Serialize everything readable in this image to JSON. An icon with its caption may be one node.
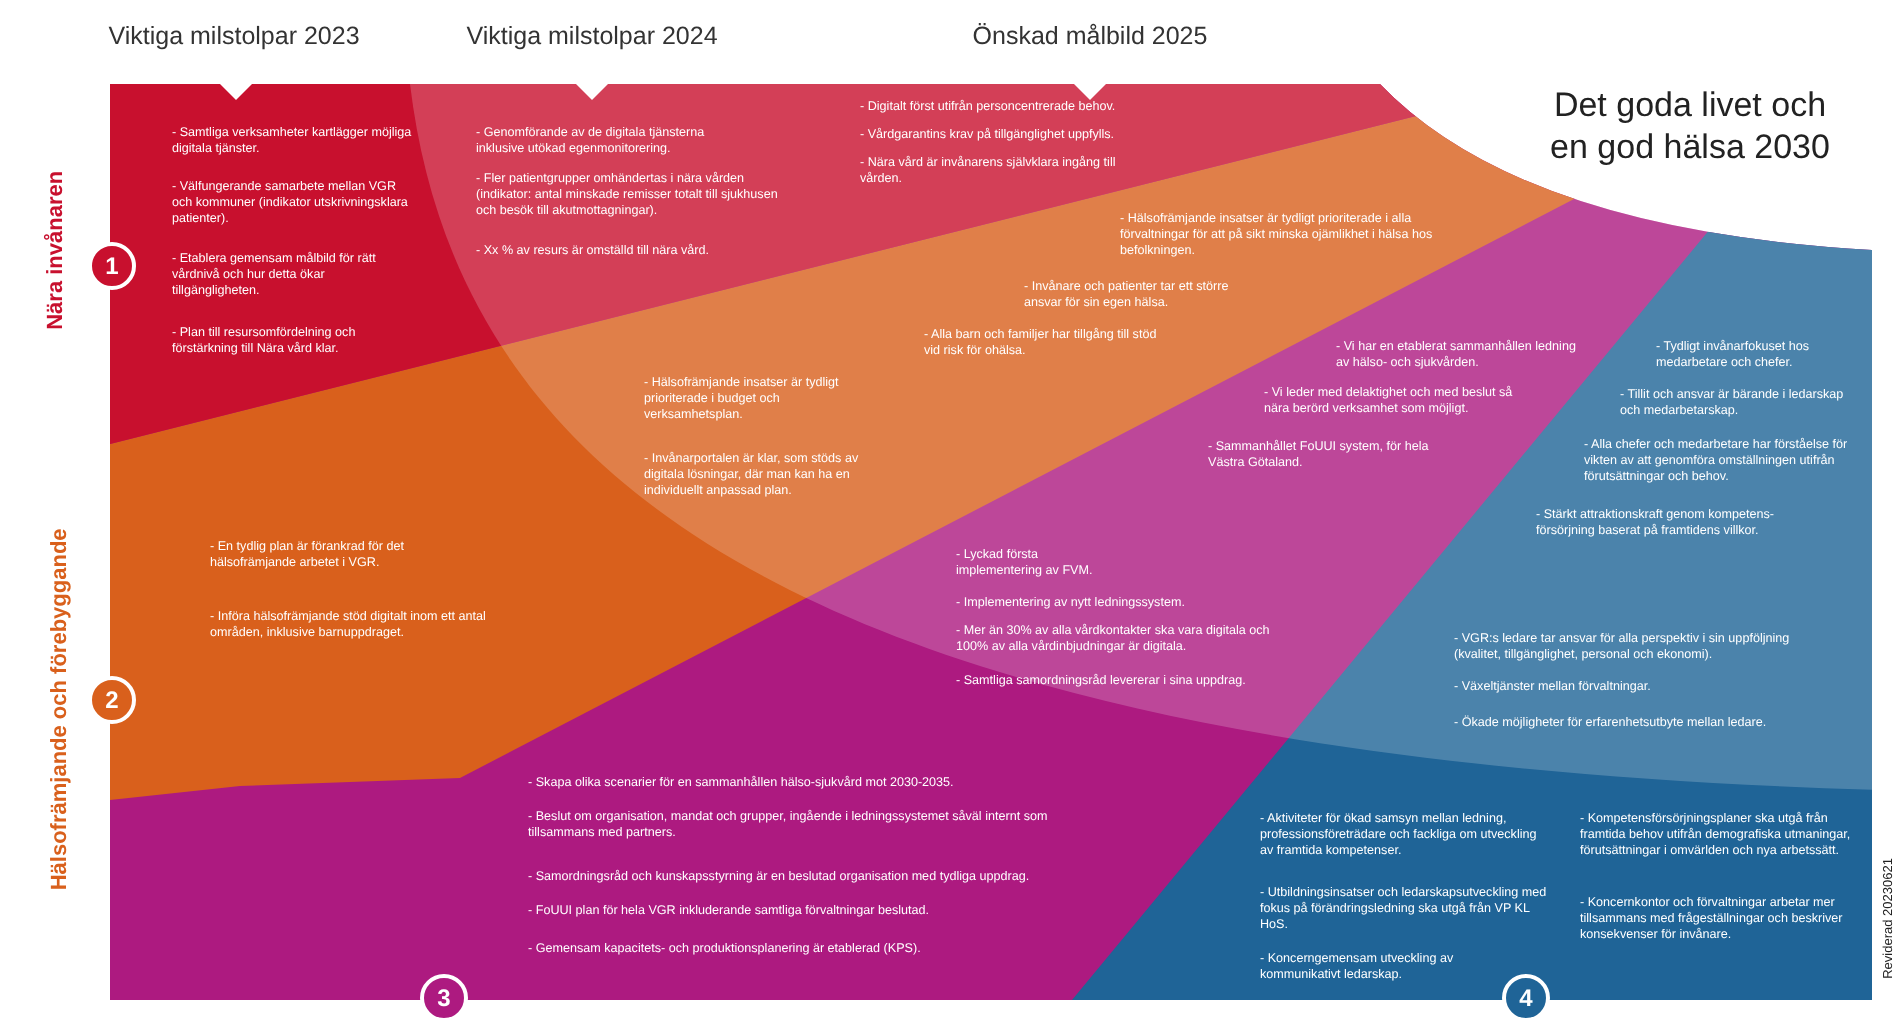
{
  "diagram": {
    "title": "Det goda livet och en god hälsa 2030",
    "nodes": [
      {
        "text": [
          "1"
        ],
        "beside": [
          "Nära invånaren"
        ]
      },
      {
        "text": [
          "2"
        ],
        "beside": [
          "Hälsofrämjande och förebyggande"
        ]
      },
      {
        "text": [
          "3"
        ]
      },
      {
        "text": [
          "4"
        ]
      }
    ],
    "labels": [
      "Viktiga milstolpar 2023",
      "Viktiga milstolpar 2024",
      "Önskad målbild 2025",
      "- Samtliga verksamheter kartlägger möjliga digitala tjänster.",
      "- Välfungerande samarbete mellan VGR och kommuner (indikator utskrivningsklara patienter).",
      "- Etablera gemensam målbild för rätt vårdnivå och hur detta ökar tillgängligheten.",
      "- Plan till resursomfördelning och förstärkning till Nära vård klar.",
      "- Genomförande av de digitala tjänsterna inklusive utökad egenmonitorering.",
      "- Fler patientgrupper omhändertas i nära vården (indikator: antal minskade remisser totalt till sjukhusen och besök till akutmottagningar).",
      "- Xx % av resurs är omställd till nära vård.",
      "- Digitalt först utifrån personcentrerade behov.",
      "- Vårdgarantins krav på tillgänglighet uppfylls.",
      "- Nära vård är invånarens självklara ingång till vården.",
      "- Hälsofrämjande insatser är tydligt prioriterade i alla förvaltningar för att på sikt minska ojämlikhet i hälsa hos befolkningen.",
      "- Invånare och patienter tar ett större ansvar för sin egen hälsa.",
      "- Alla barn och familjer har tillgång till stöd vid risk för ohälsa.",
      "- Hälsofrämjande insatser är tydligt prioriterade i budget och verksamhetsplan.",
      "- Invånarportalen är klar, som stöds av digitala lösningar, där man kan ha en individuellt anpassad plan.",
      "- En tydlig plan är förankrad för det hälsofrämjande arbetet i VGR.",
      "- Införa hälsofrämjande stöd digitalt inom ett antal områden, inklusive barnuppdraget.",
      "- Lyckad första implementering av FVM.",
      "- Implementering av nytt ledningssystem.",
      "- Mer än 30% av alla vårdkontakter ska vara digitala och 100% av alla vårdinbjudningar är digitala.",
      "- Samtliga samordningsråd levererar i sina uppdrag.",
      "- Vi har en etablerat sammanhållen ledning av hälso- och sjukvården.",
      "- Vi leder med delaktighet och med beslut så nära berörd verksamhet som möjligt.",
      "- Sammanhållet FoUUI system, för hela Västra Götaland.",
      "- Tydligt invånarfokuset hos medarbetare och chefer.",
      "- Tillit och ansvar är bärande i ledarskap och medarbetarskap.",
      "- Alla chefer och medarbetare har förståelse för vikten av att genomföra omställningen utifrån förutsättningar och behov.",
      "- Stärkt attraktionskraft genom kompetens-försörjning baserat på framtidens villkor.",
      "- VGR:s ledare tar ansvar för alla perspektiv i sin uppföljning (kvalitet, tillgänglighet, personal och ekonomi).",
      "- Växeltjänster mellan förvaltningar.",
      "- Ökade möjligheter för erfarenhetsutbyte mellan ledare.",
      "- Skapa olika scenarier för en sammanhållen hälso-sjukvård mot 2030-2035.",
      "- Beslut om organisation, mandat och grupper, ingående i ledningssystemet såväl internt som tillsammans med partners.",
      "- Samordningsråd och kunskapsstyrning är en beslutad organisation med tydliga uppdrag.",
      "- FoUUI plan för hela VGR inkluderande samtliga förvaltningar beslutad.",
      "- Gemensam kapacitets- och produktionsplanering är etablerad (KPS).",
      "- Aktiviteter för ökad samsyn mellan ledning, professionsföreträdare och fackliga om utveckling av framtida kompetenser.",
      "- Utbildningsinsatser och ledarskapsutveckling med fokus på förändringsledning ska utgå från VP KL HoS.",
      "- Koncerngemensam utveckling av kommunikativt ledarskap.",
      "- Kompetensförsörjningsplaner ska utgå från framtida behov utifrån demografiska utmaningar, förutsättningar i omvärlden och nya arbetssätt.",
      "- Koncernkontor och förvaltningar arbetar mer tillsammans med frågeställningar och beskriver konsekvenser för invånare.",
      "Reviderad 20230621"
    ]
  }
}
